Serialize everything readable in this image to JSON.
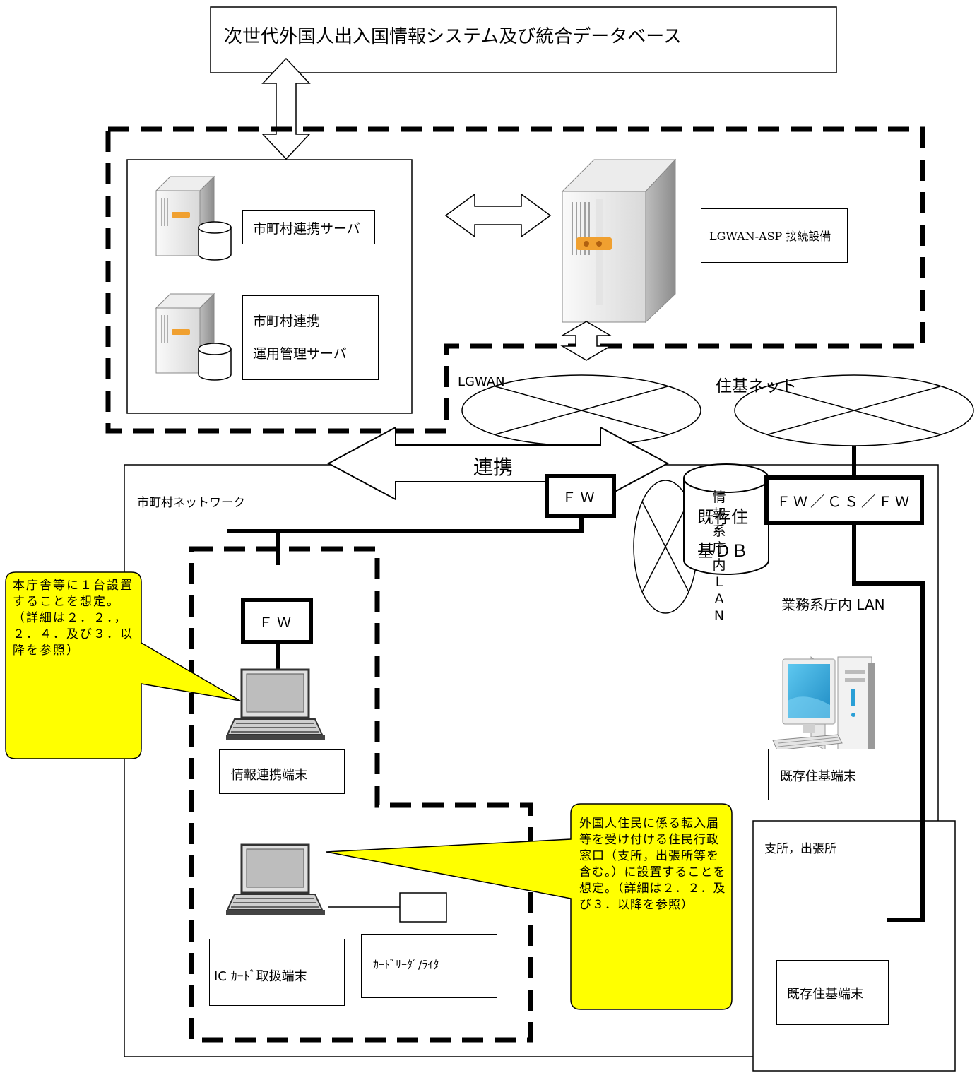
{
  "top_system": "次世代外国人出入国情報システム及び統合データベース",
  "servers": {
    "coop_server": "市町村連携サーバ",
    "ops_server_line1": "市町村連携",
    "ops_server_line2": "運用管理サーバ",
    "lgwan_asp": "LGWAN-ASP 接続設備"
  },
  "networks": {
    "lgwan": "LGWAN",
    "juki_net": "住基ネット",
    "municipal_network": "市町村ネットワーク",
    "info_lan": "情報系庁内LAN",
    "business_lan": "業務系庁内 LAN",
    "fw": "ＦＷ",
    "fw_terminal": "ＦＷ",
    "fw_cs_fw": "ＦＷ／ＣＳ／ＦＷ"
  },
  "terminals": {
    "info_coop_terminal": "情報連携端末",
    "ic_card_terminal": "IC ｶｰﾄﾞ取扱端末",
    "card_rw": "ｶｰﾄﾞﾘｰﾀﾞ/ﾗｲﾀ",
    "existing_db_line1": "既存住",
    "existing_db_line2": "基ＤＢ",
    "existing_terminal_main": "既存住基端末",
    "existing_terminal_branch": "既存住基端末"
  },
  "link_label": "連携",
  "branch_office": "支所，出張所",
  "callouts": {
    "left": "本庁舎等に１台設置することを想定。（詳細は２．２．，２．４．及び３．以降を参照）",
    "right": "外国人住民に係る転入届等を受け付ける住民行政窓口（支所，出張所等を含む。）に設置することを想定。（詳細は２．２．及び３．以降を参照）"
  },
  "colors": {
    "callout_fill": "#ffff00",
    "monitor_screen": "#2a9fd6",
    "server_accent": "#f0a030"
  }
}
